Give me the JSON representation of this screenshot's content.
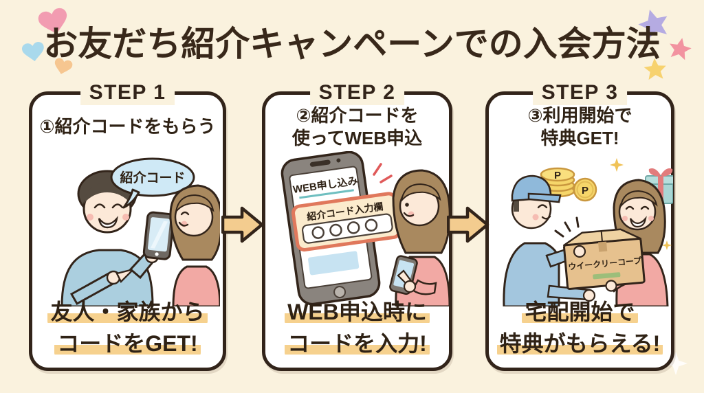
{
  "title": "お友だち紹介キャンペーンでの入会方法",
  "steps": [
    {
      "label": "STEP 1",
      "heading_lines": [
        "①紹介コードをもらう"
      ],
      "illustration": {
        "speech_bubble": "紹介コード"
      },
      "caption_lines": [
        "友人・家族から",
        "コードをGET!"
      ]
    },
    {
      "label": "STEP 2",
      "heading_lines": [
        "②紹介コードを",
        "使ってWEB申込"
      ],
      "illustration": {
        "phone_header": "WEB申し込み",
        "referral_input_label": "紹介コード入力欄"
      },
      "caption_lines": [
        "WEB申込時に",
        "コードを入力!"
      ]
    },
    {
      "label": "STEP 3",
      "heading_lines": [
        "③利用開始で",
        "特典GET!"
      ],
      "illustration": {
        "box_label": "ウイークリーコープ",
        "coin_letter": "P"
      },
      "caption_lines": [
        "宅配開始で",
        "特典がもらえる!"
      ]
    }
  ],
  "colors": {
    "background": "#FAF2DE",
    "panel_bg": "#FFFFFF",
    "outline": "#32241A",
    "highlight": "#F6D18E",
    "arrow_fill": "#F3CC8F",
    "speech_bubble_blue": "#CFE9F6",
    "input_box_orange": "#E0785C",
    "sweater_blue": "#ABCFDF",
    "top_pink": "#F2A9A4"
  },
  "decorations": {
    "hearts": [
      "#F29CB1",
      "#A9D9EC",
      "#F6C690"
    ],
    "stars": [
      "#B5ABE2",
      "#F293A0",
      "#F7D26E"
    ],
    "sparkle": "#FFFFFF"
  }
}
